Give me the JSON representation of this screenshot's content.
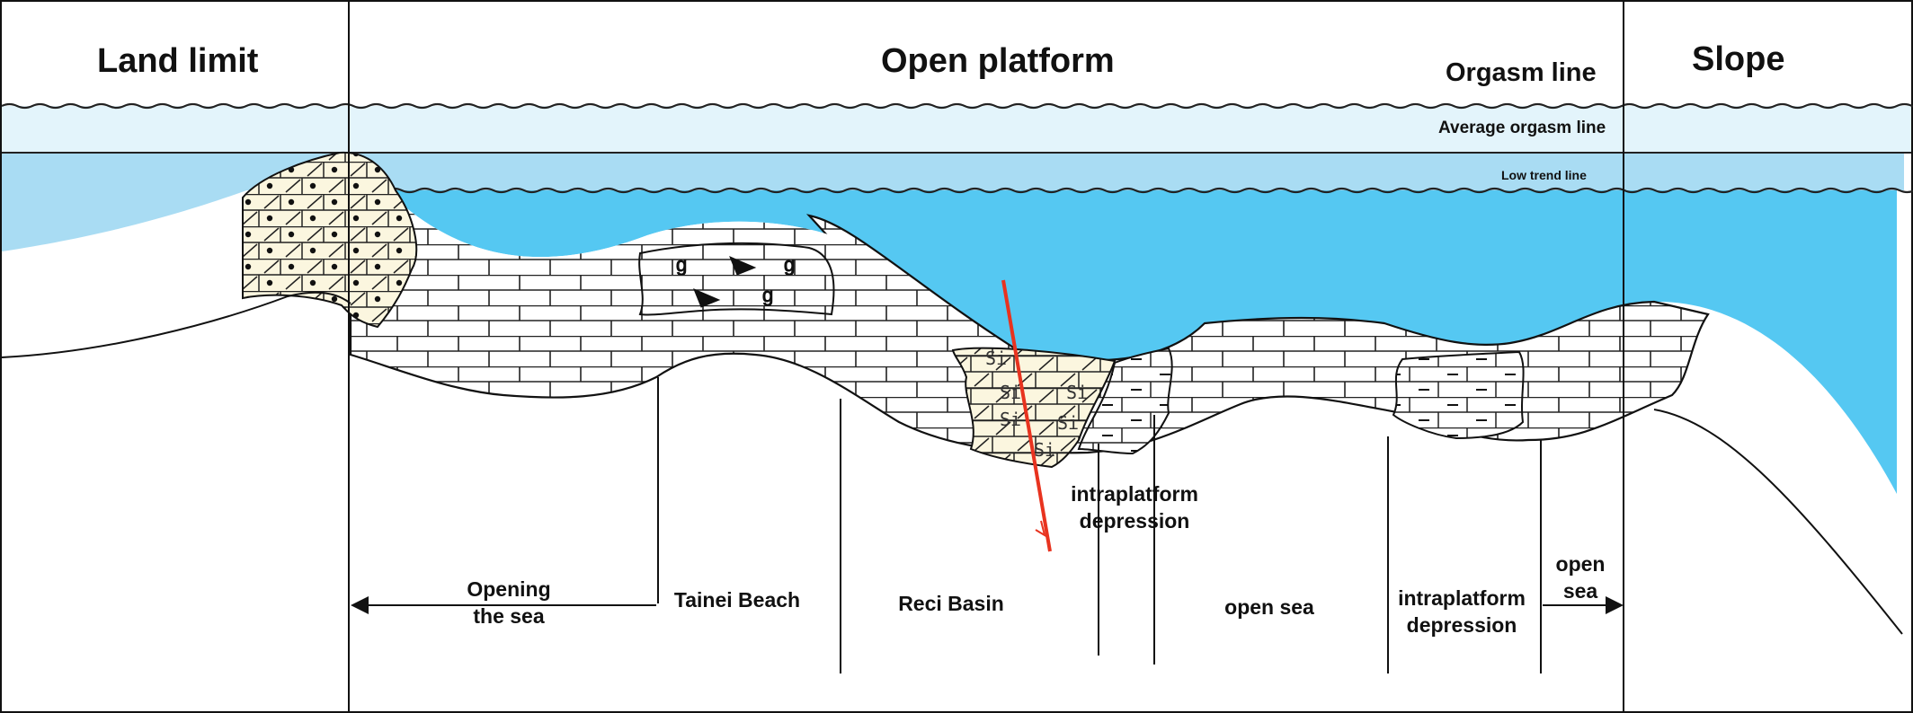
{
  "zones": {
    "land_limit": "Land limit",
    "open_platform": "Open platform",
    "slope": "Slope"
  },
  "water_levels": {
    "orgasm_line": "Orgasm line",
    "average_orgasm_line": "Average orgasm line",
    "low_trend_line": "Low trend line"
  },
  "facies": {
    "opening_the_sea_1": "Opening",
    "opening_the_sea_2": "the sea",
    "tainei_beach": "Tainei Beach",
    "reci_basin": "Reci Basin",
    "intraplatform_depression_a_1": "intraplatform",
    "intraplatform_depression_a_2": "depression",
    "open_sea": "open sea",
    "intraplatform_depression_b_1": "intraplatform",
    "intraplatform_depression_b_2": "depression",
    "open_sea_right_1": "open",
    "open_sea_right_2": "sea"
  },
  "lithology_symbol": "Si",
  "colors": {
    "deep_water": "#55c8f2",
    "shallow_band": "#a9dcf3",
    "upper_band": "#e3f4fb",
    "limestone": "#ffffff",
    "dolomite": "#fbf6df",
    "fault": "#e8331f",
    "line": "#111111"
  }
}
